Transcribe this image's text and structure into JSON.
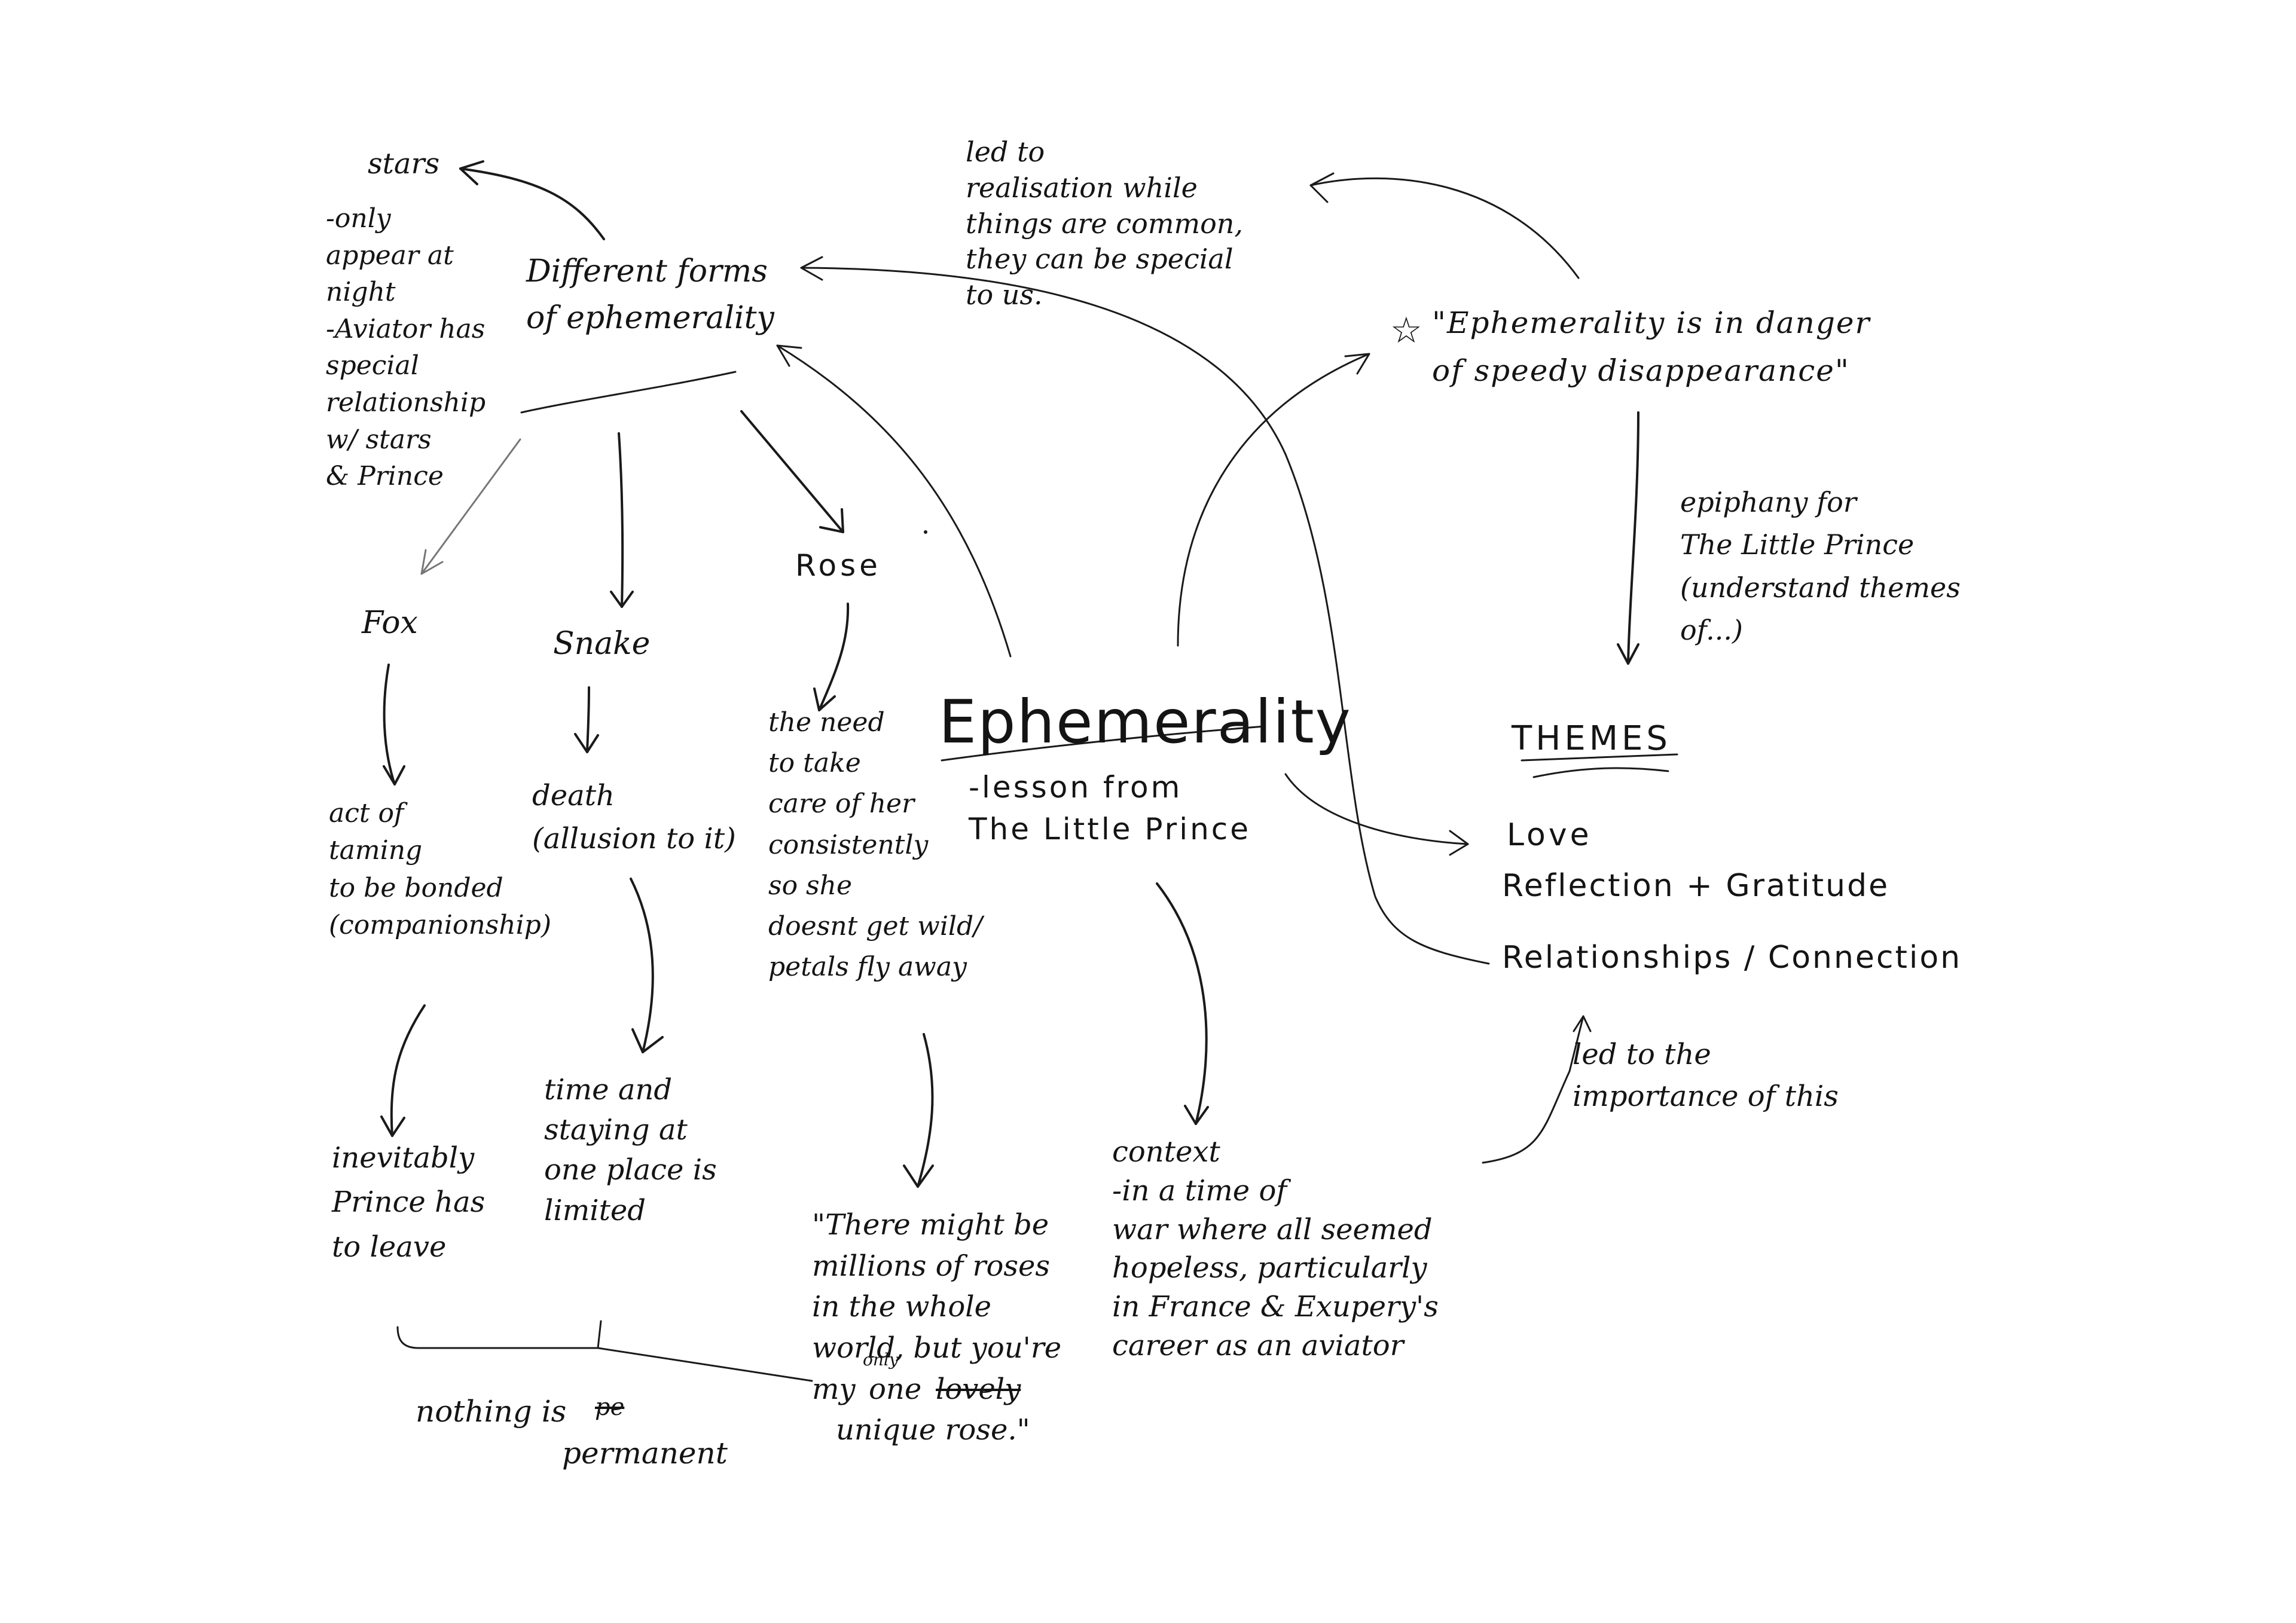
{
  "center": {
    "title": "Ephemerality",
    "subtitle": "-lesson from\nThe Little Prince"
  },
  "forms": {
    "title": "Different forms\nof ephemerality"
  },
  "stars": {
    "label": "stars",
    "note": "-only\nappear at\nnight\n-Aviator has\nspecial\nrelationship\nw/ stars\n& Prince"
  },
  "fox": {
    "label": "Fox",
    "meaning": "act of\ntaming\nto be bonded\n(companionship)",
    "result": "inevitably\nPrince has\nto leave"
  },
  "snake": {
    "label": "Snake",
    "meaning": "death\n(allusion to it)",
    "result": "time and\nstaying at\none place is\nlimited"
  },
  "rose": {
    "label": "Rose",
    "meaning": "the need\nto take\ncare of her\nconsistently\nso she\ndoesnt get wild/\npetals fly away",
    "quote": "\"There might be\nmillions of roses\nin the whole\nworld, but you're\nmy",
    "quote_insert": "only",
    "quote_one": "one",
    "quote_struck": "lovely",
    "quote_end": "unique rose.\""
  },
  "summary": {
    "text1": "nothing is",
    "struck": "pe",
    "text2": "permanent"
  },
  "realisation": {
    "text": "led to\nrealisation while\nthings are common,\nthey can be special\nto us."
  },
  "quote_main": {
    "star": "☆",
    "text": "\"Ephemerality is in danger\nof speedy disappearance\""
  },
  "epiphany": {
    "text": "epiphany for\nThe Little Prince\n(understand themes\nof...)"
  },
  "themes": {
    "heading": "THEMES",
    "items": [
      "Love",
      "Reflection + Gratitude",
      "Relationships / Connection"
    ]
  },
  "importance": {
    "text": "led to the\nimportance of this"
  },
  "context": {
    "text": "context\n-in a time of\nwar where all seemed\nhopeless, particularly\nin France & Exupery's\ncareer as an aviator"
  }
}
